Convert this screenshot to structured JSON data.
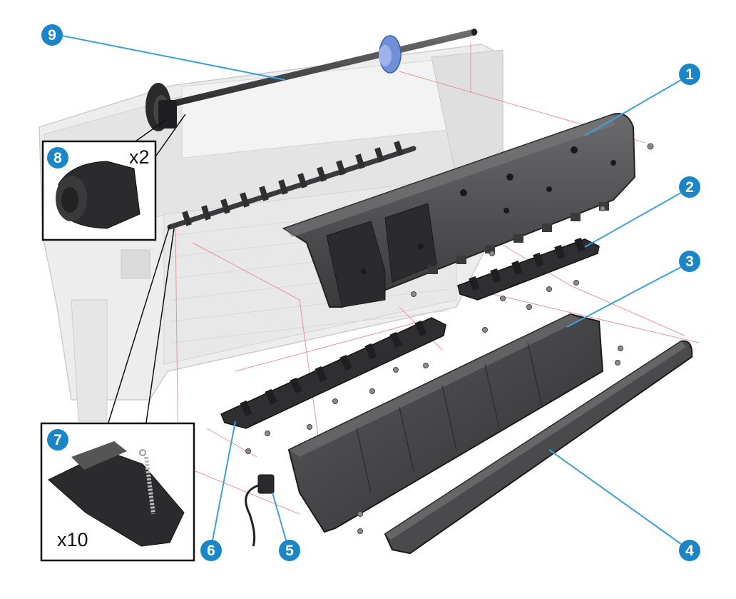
{
  "callouts": [
    {
      "id": "1",
      "label": "1"
    },
    {
      "id": "2",
      "label": "2"
    },
    {
      "id": "3",
      "label": "3"
    },
    {
      "id": "4",
      "label": "4"
    },
    {
      "id": "5",
      "label": "5"
    },
    {
      "id": "6",
      "label": "6"
    },
    {
      "id": "7",
      "label": "7"
    },
    {
      "id": "8",
      "label": "8"
    },
    {
      "id": "9",
      "label": "9"
    }
  ],
  "insets": {
    "inset_8": {
      "quantity": "x2"
    },
    "inset_7": {
      "quantity": "x10"
    }
  },
  "colors": {
    "callout_fill": "#1a86c8",
    "leader_line": "#3da0d8",
    "assembly_line": "#e38888",
    "part_dark": "#3c3c3e",
    "part_mid": "#5a5a5c",
    "printer_ghost": "#d6d6d6",
    "spindle_hub": "#6f8fd8"
  }
}
